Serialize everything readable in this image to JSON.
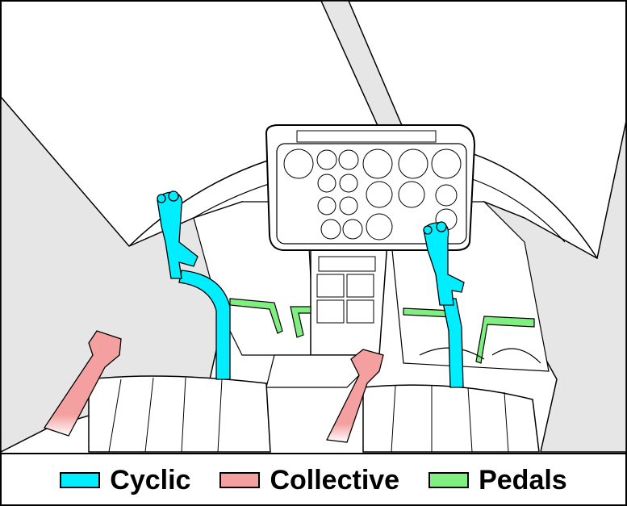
{
  "legend": [
    {
      "label": "Cyclic",
      "color": "#00eeff"
    },
    {
      "label": "Collective",
      "color": "#f4a0a0"
    },
    {
      "label": "Pedals",
      "color": "#7ff07f"
    }
  ],
  "colors": {
    "cyclic": "#00eeff",
    "collective": "#f4a0a0",
    "pedals": "#7ff07f",
    "outline": "#000000",
    "shading": "#e6e6e6"
  },
  "icons": [
    "helicopter-cockpit-illustration"
  ]
}
